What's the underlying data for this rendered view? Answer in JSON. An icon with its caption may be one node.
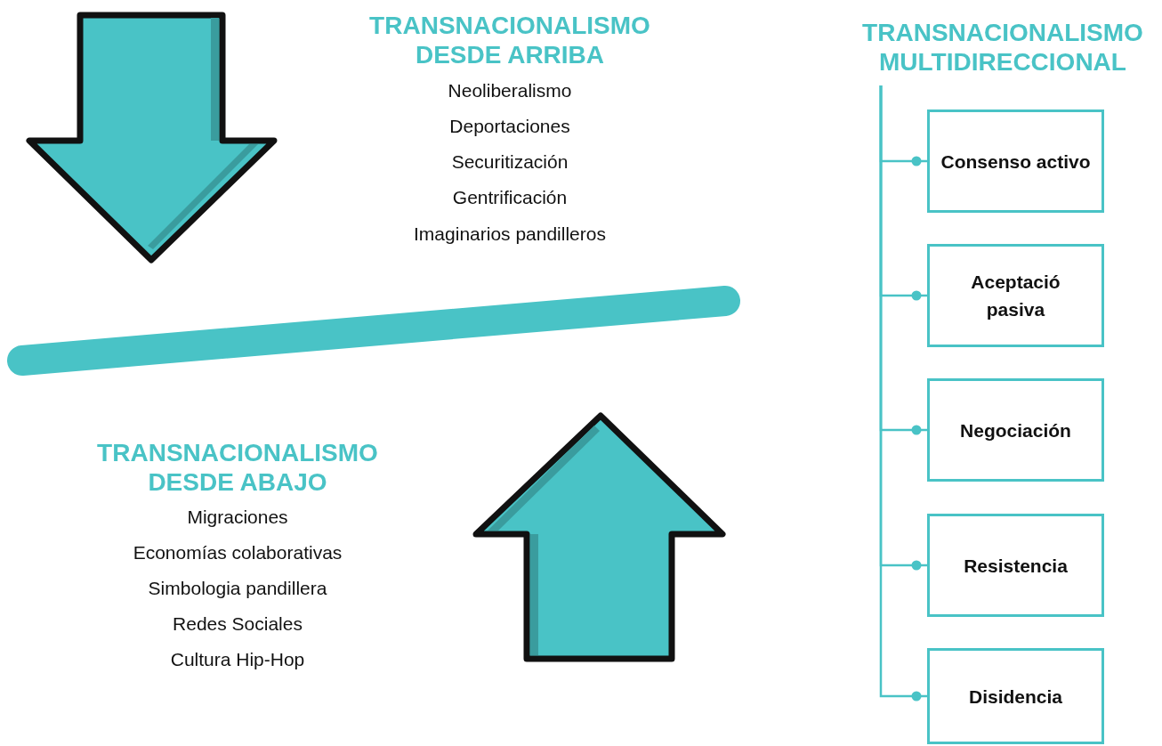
{
  "diagram": {
    "nodes": [
      {
        "text": [
          "TRANSNACIONALISMO MULTIDIRECCIONAL"
        ]
      },
      {
        "text": [
          "Consenso activo"
        ]
      },
      {
        "text": [
          "Aceptació pasiva"
        ]
      },
      {
        "text": [
          "Negociación"
        ]
      },
      {
        "text": [
          "Resistencia"
        ]
      },
      {
        "text": [
          "Disidencia"
        ]
      }
    ],
    "edges": [
      {
        "from": 0,
        "to": 1,
        "arrow": "other"
      },
      {
        "from": 0,
        "to": 2,
        "arrow": "other"
      },
      {
        "from": 0,
        "to": 3,
        "arrow": "other"
      },
      {
        "from": 0,
        "to": 4,
        "arrow": "other"
      },
      {
        "from": 0,
        "to": 5,
        "arrow": "other"
      }
    ],
    "labels": [
      "TRANSNACIONALISMO DESDE ARRIBA",
      "Neoliberalismo",
      "Deportaciones",
      "Securitización",
      "Gentrificación",
      "Imaginarios pandilleros",
      "TRANSNACIONALISMO DESDE ABAJO",
      "Migraciones",
      "Economías colaborativas",
      "Simbologia pandillera",
      "Redes Sociales",
      "Cultura Hip-Hop"
    ]
  }
}
